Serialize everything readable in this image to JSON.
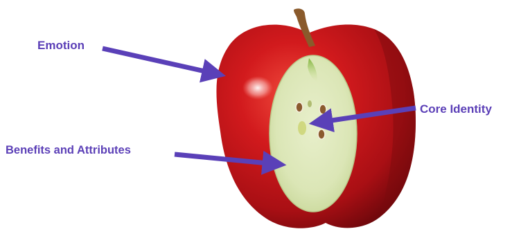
{
  "labels": {
    "emotion": "Emotion",
    "core_identity": "Core Identity",
    "benefits": "Benefits and Attributes"
  },
  "colors": {
    "label_text": "#5b3fb7",
    "arrow": "#5a40b8",
    "apple_red": "#c8151b",
    "apple_dark": "#7a0a0e",
    "flesh": "#dfe9bf",
    "stem": "#8a5a2b"
  }
}
